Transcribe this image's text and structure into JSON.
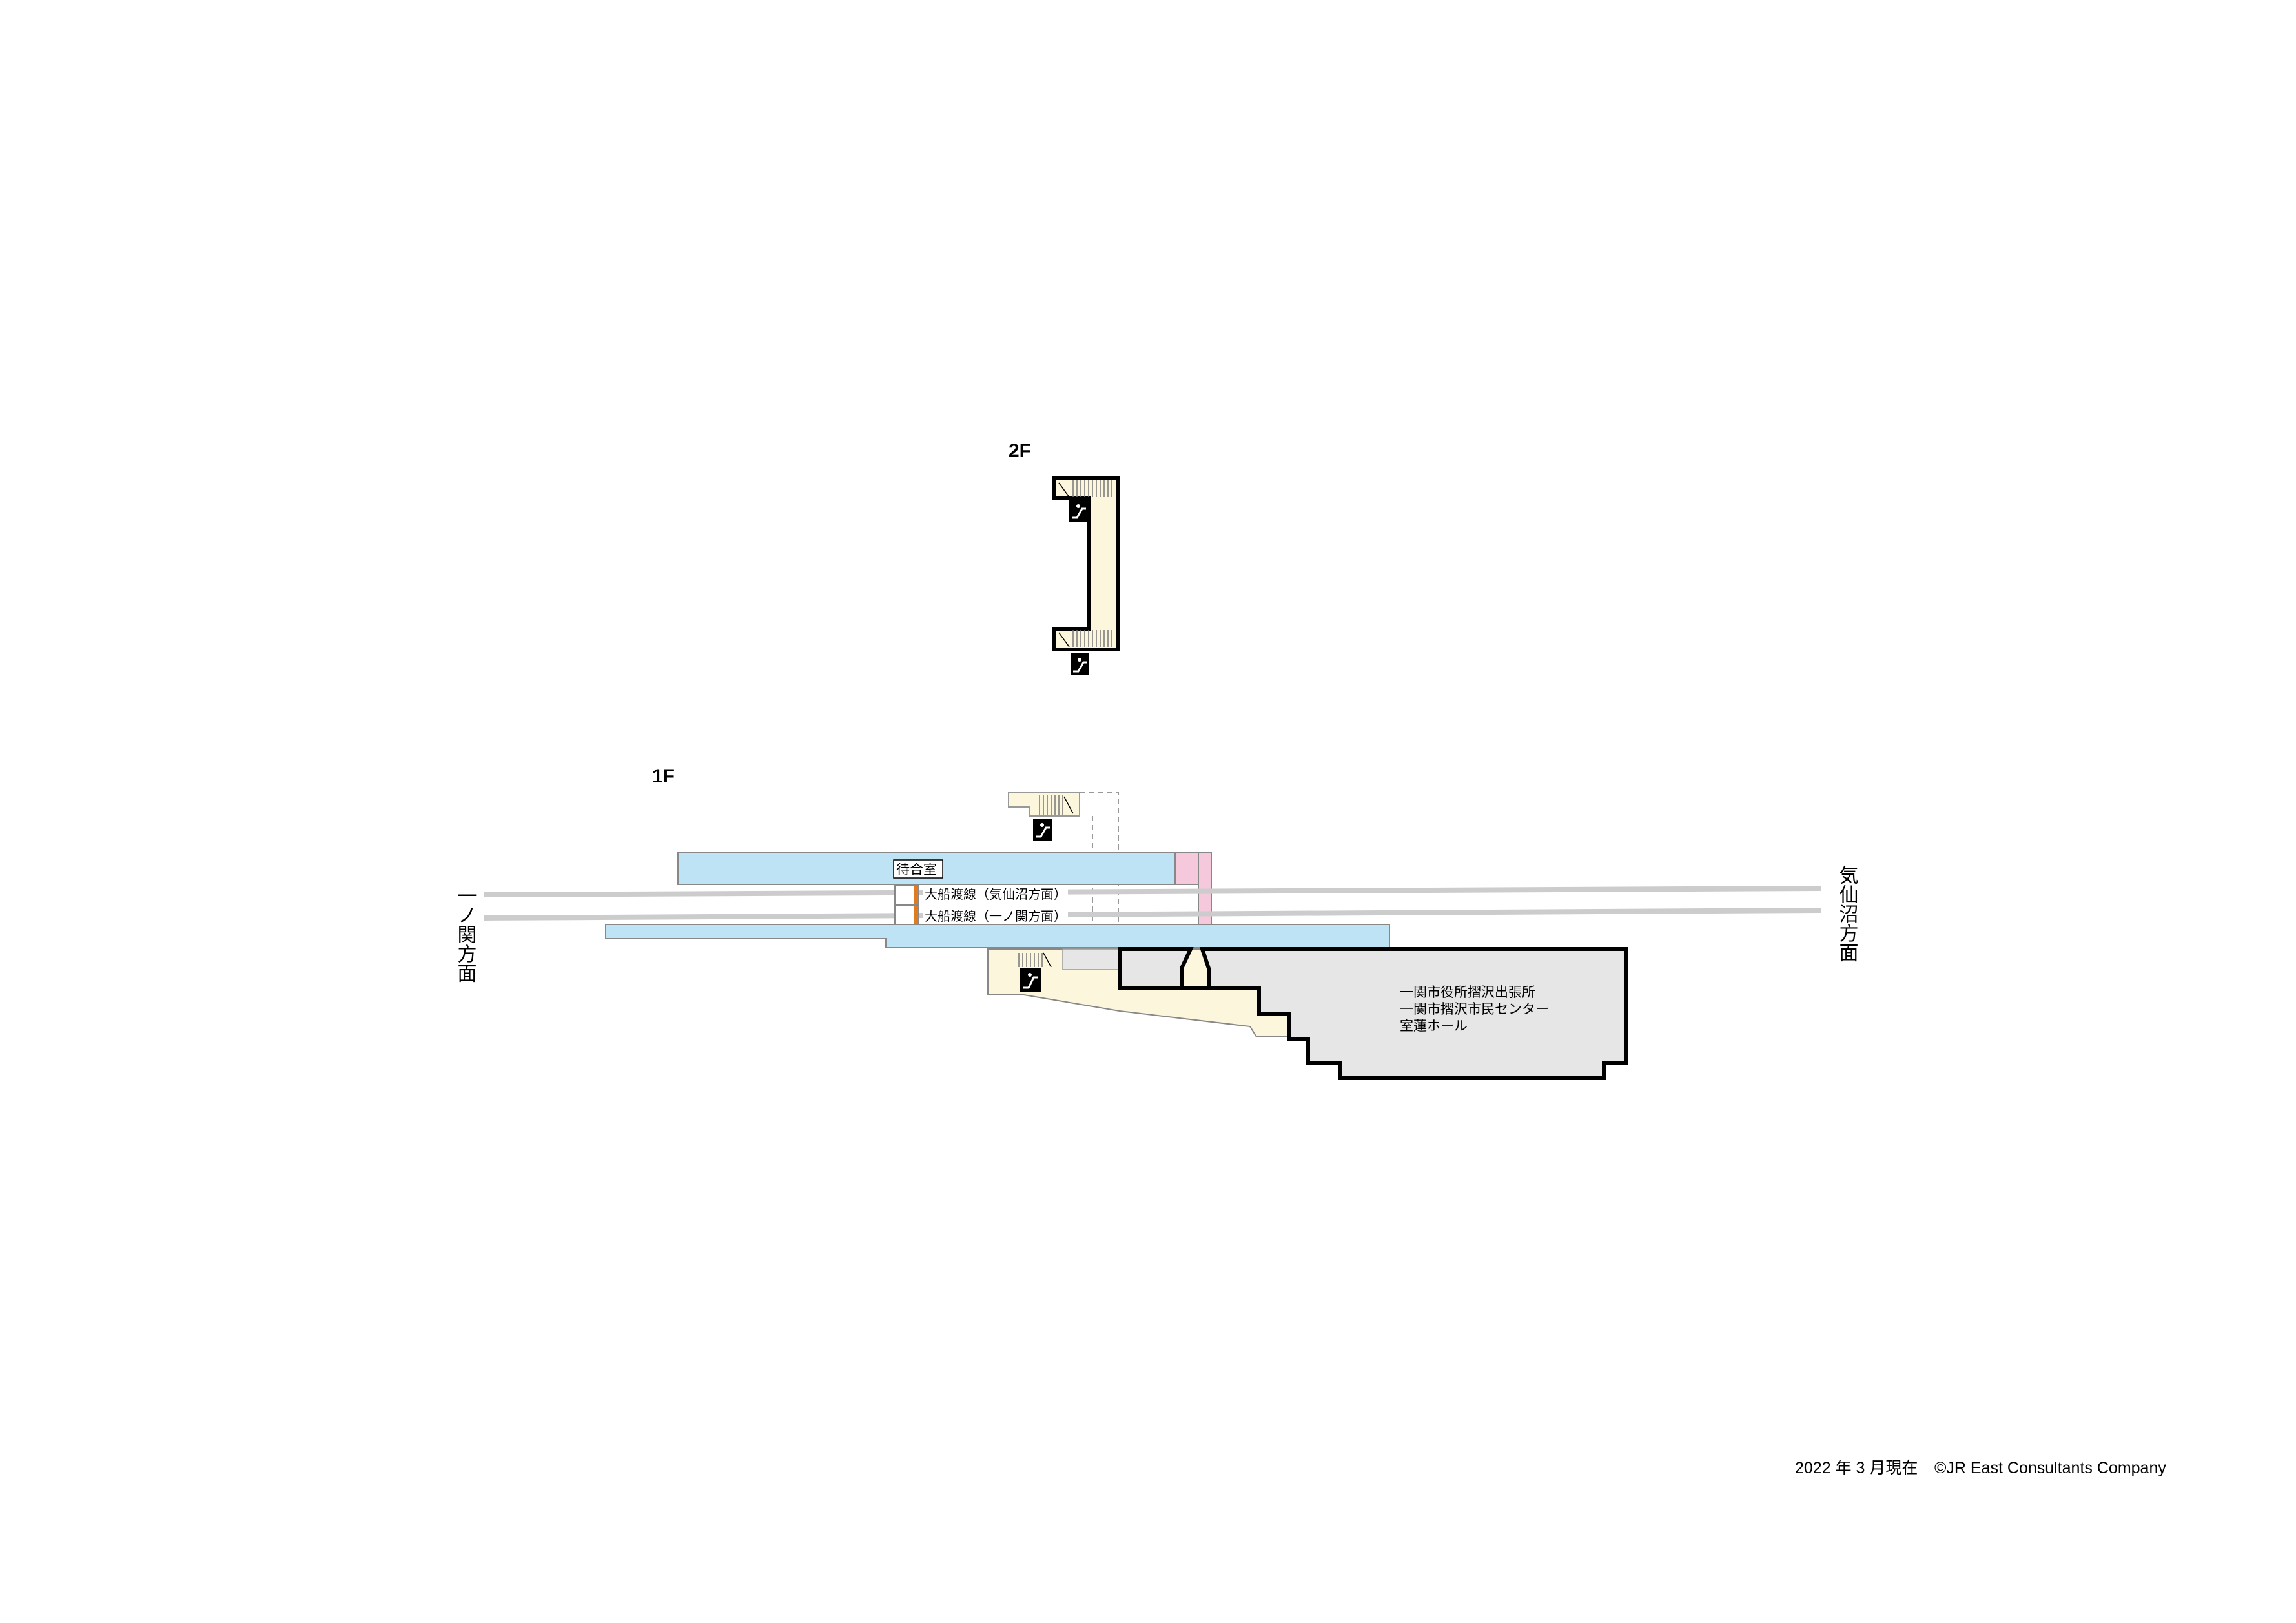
{
  "floors": {
    "upper": "2F",
    "lower": "1F"
  },
  "directions": {
    "west": "一ノ関方面",
    "east": "気仙沼方面"
  },
  "rooms": {
    "waiting_room": "待合室"
  },
  "tracks": {
    "track_1": "大船渡線（気仙沼方面）",
    "track_2": "大船渡線（一ノ関方面）"
  },
  "facility": {
    "line1": "一関市役所摺沢出張所",
    "line2": "一関市摺沢市民センター",
    "line3": "室蓮ホール"
  },
  "footer": {
    "date": "2022 年 3 月現在",
    "copyright": "©JR East Consultants Company"
  },
  "icons": [
    "stairs-icon",
    "escalator-icon"
  ],
  "colors": {
    "platform": "#bde3f5",
    "concourse": "#fbf6dc",
    "facility": "#e6e6e6",
    "toilet": "#f6c8dc",
    "rail": "#cccccc",
    "accent": "#e07b22"
  }
}
